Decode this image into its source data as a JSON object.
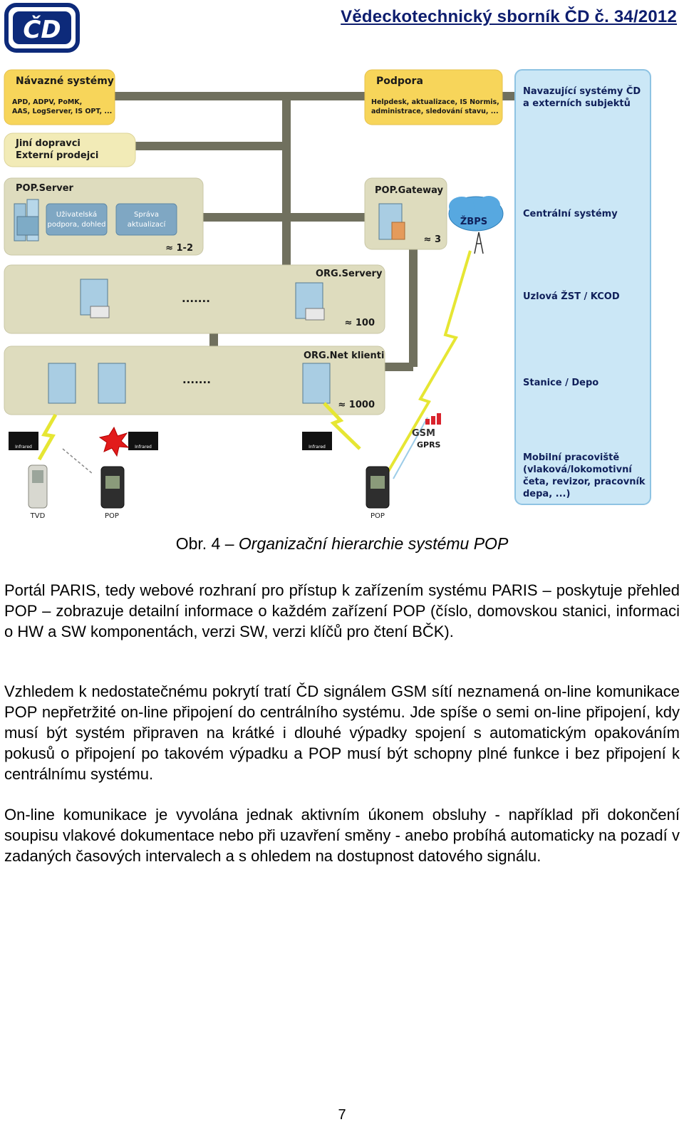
{
  "header": {
    "logo_text": "ČD",
    "journal_title": "Vědeckotechnický sborník ČD č. 34/2012"
  },
  "diagram": {
    "navazne": {
      "title": "Návazné systémy",
      "line1": "APD, ADPV, PoMK,",
      "line2": "AAS, LogServer, IS OPT, ..."
    },
    "podpora": {
      "title": "Podpora",
      "line1": "Helpdesk, aktualizace, IS Normis,",
      "line2": "administrace, sledování stavu, ..."
    },
    "jini": {
      "line1": "Jiní dopravci",
      "line2": "Externí prodejci"
    },
    "pop_server": {
      "title": "POP.Server",
      "box1_line1": "Uživatelská",
      "box1_line2": "podpora, dohled",
      "box2_line1": "Správa",
      "box2_line2": "aktualizací",
      "count": "≈ 1-2"
    },
    "pop_gateway": {
      "title": "POP.Gateway",
      "count": "≈ 3"
    },
    "zbps": "ŽBPS",
    "org_servery": {
      "title": "ORG.Servery",
      "dots": ".......",
      "count": "≈ 100"
    },
    "org_net": {
      "title": "ORG.Net klienti",
      "dots": ".......",
      "count": "≈ 1000"
    },
    "infrared_label": "Infrared",
    "gsm": {
      "logo": "GSM",
      "label": "GPRS"
    },
    "devices": {
      "tvd": "TVD",
      "pop1": "POP",
      "pop2": "POP"
    },
    "right_panel": {
      "title_line1": "Navazující systémy ČD",
      "title_line2": "a externích subjektů",
      "centralni": "Centrální systémy",
      "uzlova": "Uzlová ŽST / KCOD",
      "stanice": "Stanice / Depo",
      "mobilni_line1": "Mobilní pracoviště",
      "mobilni_line2": "(vlaková/lokomotivní",
      "mobilni_line3": "četa, revizor, pracovník",
      "mobilni_line4": "depa, ...)"
    }
  },
  "caption": {
    "prefix": "Obr. 4 – ",
    "title": "Organizační hierarchie systému POP"
  },
  "paragraphs": [
    "Portál PARIS, tedy webové rozhraní pro přístup k zařízením systému PARIS – poskytuje přehled POP – zobrazuje detailní informace o každém zařízení POP (číslo, domovskou stanici, informaci o HW a SW komponentách, verzi SW, verzi klíčů pro čtení BČK).",
    "Vzhledem k nedostatečnému pokrytí tratí ČD signálem GSM sítí neznamená on-line komunikace POP nepřetržité on-line připojení do centrálního systému. Jde spíše o semi on-line připojení, kdy musí být systém připraven na krátké i dlouhé výpadky spojení s automatickým opakováním pokusů o připojení po takovém výpadku a POP musí být schopny plné funkce i bez připojení k centrálnímu systému.",
    "On-line komunikace je vyvolána jednak aktivním úkonem obsluhy - například při dokončení soupisu vlakové dokumentace nebo při uzavření směny - anebo probíhá automaticky na pozadí v zadaných časových intervalech a s ohledem na dostupnost datového signálu."
  ],
  "page_number": "7"
}
